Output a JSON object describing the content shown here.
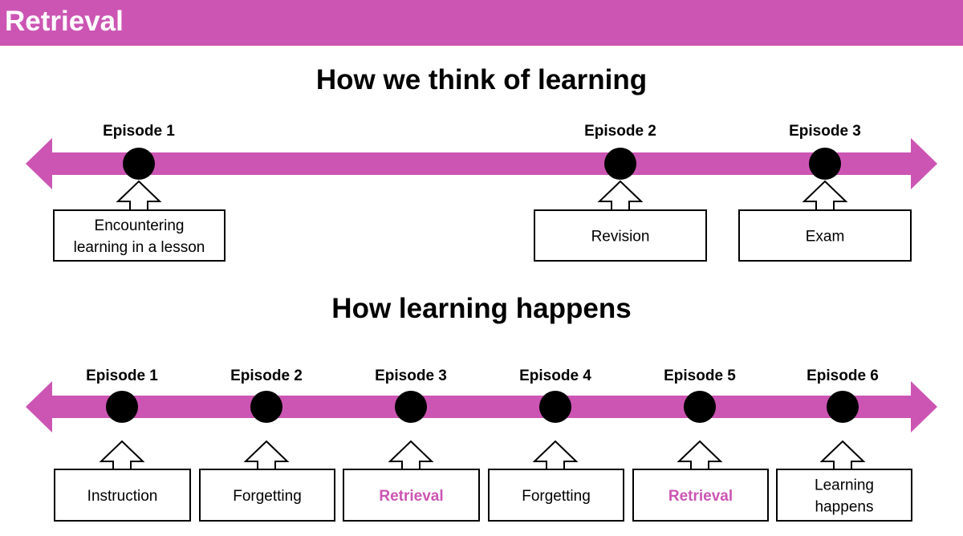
{
  "header": {
    "title": "Retrieval"
  },
  "colors": {
    "accent": "#cc55b3",
    "dot": "#000000",
    "highlight_text": "#cc55b3"
  },
  "sections": [
    {
      "title": "How we think of learning",
      "episodes": [
        {
          "label": "Episode 1",
          "box": [
            "Encountering",
            "learning in a lesson"
          ],
          "highlight": false
        },
        {
          "label": "Episode 2",
          "box": [
            "Revision"
          ],
          "highlight": false
        },
        {
          "label": "Episode 3",
          "box": [
            "Exam"
          ],
          "highlight": false
        }
      ]
    },
    {
      "title": "How learning happens",
      "episodes": [
        {
          "label": "Episode 1",
          "box": [
            "Instruction"
          ],
          "highlight": false
        },
        {
          "label": "Episode 2",
          "box": [
            "Forgetting"
          ],
          "highlight": false
        },
        {
          "label": "Episode 3",
          "box": [
            "Retrieval"
          ],
          "highlight": true
        },
        {
          "label": "Episode 4",
          "box": [
            "Forgetting"
          ],
          "highlight": false
        },
        {
          "label": "Episode 5",
          "box": [
            "Retrieval"
          ],
          "highlight": true
        },
        {
          "label": "Episode 6",
          "box": [
            "Learning",
            "happens"
          ],
          "highlight": false
        }
      ]
    }
  ]
}
